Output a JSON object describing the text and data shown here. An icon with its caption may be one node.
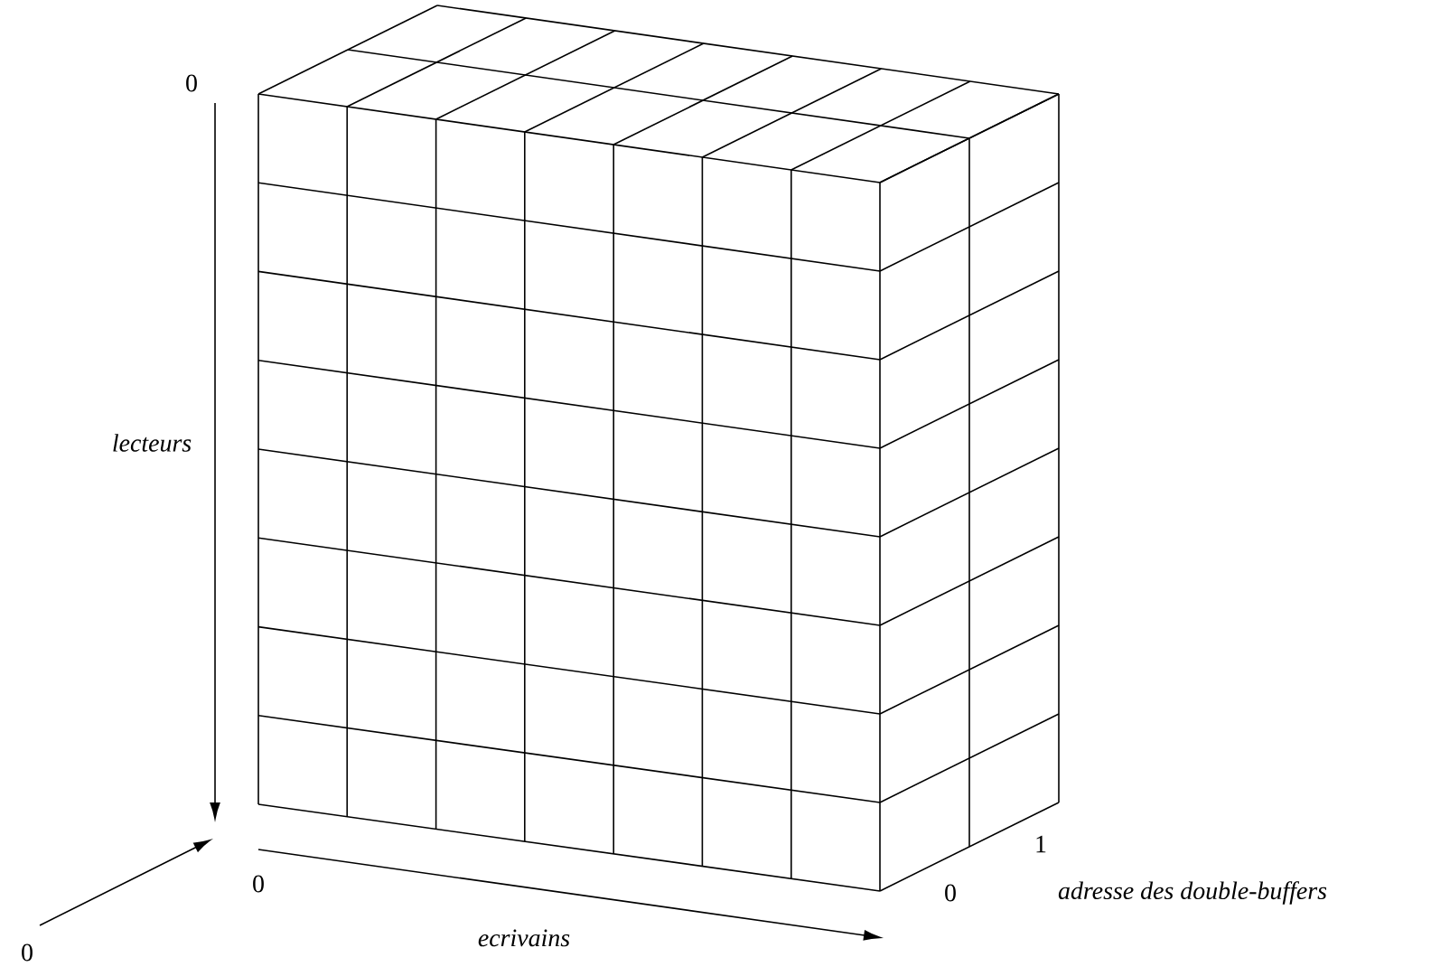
{
  "diagram": {
    "labels": [
      "0",
      "lecteurs",
      "1",
      "0",
      "0",
      "adresse des double-buffers",
      "ecrivains",
      "0"
    ]
  }
}
